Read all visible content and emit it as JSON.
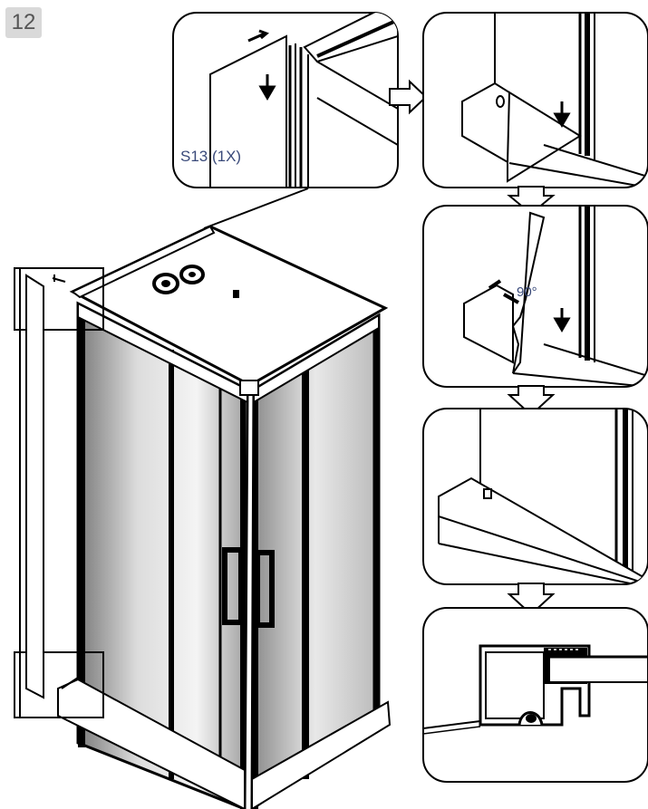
{
  "step": {
    "number": "12"
  },
  "detail_1": {
    "part_label": "S13 (1X)"
  },
  "detail_3": {
    "angle_label": "90°"
  },
  "colors": {
    "line": "#000000",
    "panel_gray": "#bdbdbd",
    "frame": "#1a1a1a",
    "badge_bg": "#d9d9d9",
    "label_blue": "#3a4a7a"
  }
}
